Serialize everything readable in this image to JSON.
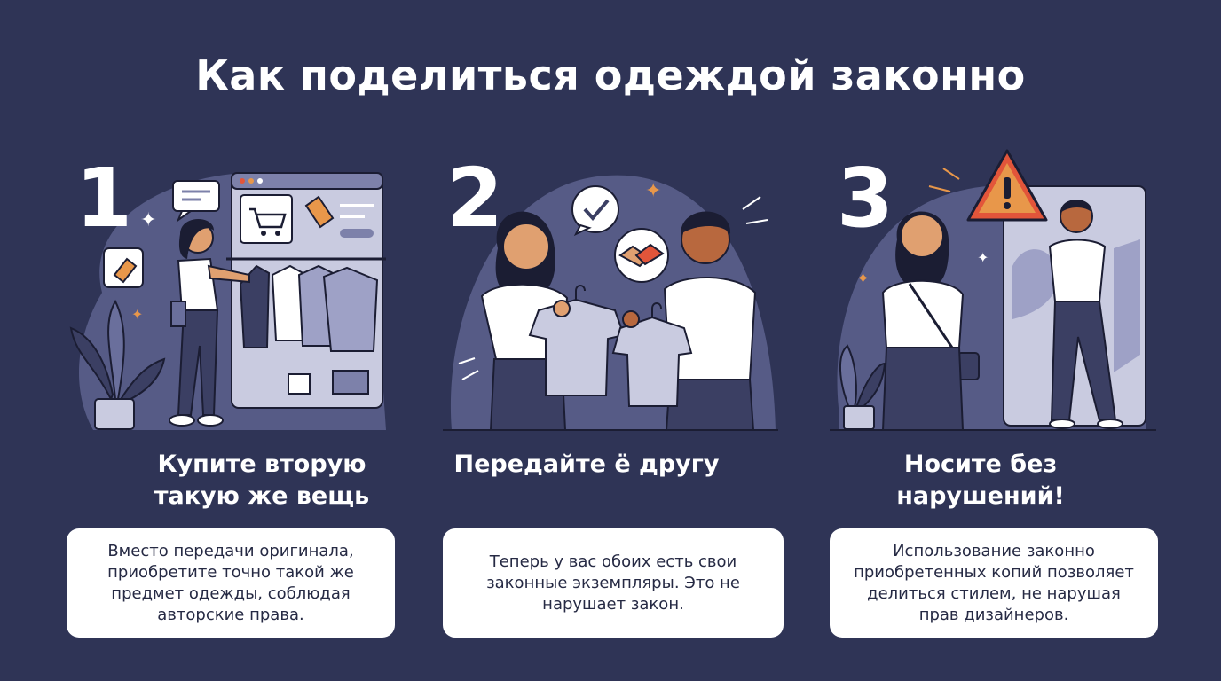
{
  "title": "Как поделиться одеждой законно",
  "colors": {
    "background": "#2f3456",
    "card": "#ffffff",
    "accent_orange": "#e8974a",
    "warning_red": "#e2553a",
    "lavender": "#7d81aa"
  },
  "steps": [
    {
      "number": "1",
      "heading_line1": "Купите вторую",
      "heading_line2": "такую же вещь",
      "card_lines": [
        "Вместо передачи оригинала,",
        "приобретите точно такой же",
        "предмет одежды, соблюдая",
        "авторские права."
      ],
      "icons": [
        "speech-bubble-icon",
        "price-tag-icon",
        "shopping-cart-icon",
        "sparkle-icon",
        "plant-icon"
      ]
    },
    {
      "number": "2",
      "heading_line1": "Передайте ё другу",
      "heading_line2": "",
      "card_lines": [
        "Теперь у вас обоих есть свои",
        "законные экземпляры. Это не",
        "нарушает закон."
      ],
      "icons": [
        "checkmark-bubble-icon",
        "handshake-icon",
        "sparkle-icon"
      ]
    },
    {
      "number": "3",
      "heading_line1": "Носите без",
      "heading_line2": "нарушений!",
      "card_lines": [
        "Использование законно",
        "приобретенных копий позволяет",
        "делиться стилем, не нарушая",
        "прав дизайнеров."
      ],
      "icons": [
        "warning-icon",
        "mirror-icon",
        "plant-icon",
        "sparkle-icon"
      ]
    }
  ]
}
